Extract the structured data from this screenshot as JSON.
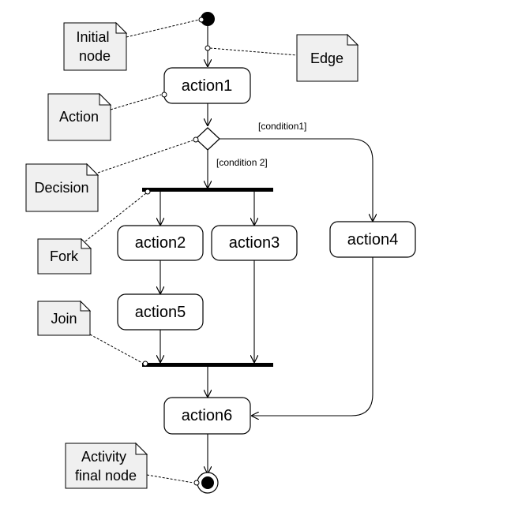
{
  "diagram": {
    "actions": {
      "action1": "action1",
      "action2": "action2",
      "action3": "action3",
      "action4": "action4",
      "action5": "action5",
      "action6": "action6"
    },
    "guards": {
      "condition1": "[condition1]",
      "condition2": "[condition 2]"
    },
    "notes": {
      "initial_node": [
        "Initial",
        "node"
      ],
      "edge": [
        "Edge"
      ],
      "action": [
        "Action"
      ],
      "decision": [
        "Decision"
      ],
      "fork": [
        "Fork"
      ],
      "join": [
        "Join"
      ],
      "activity_final_node": [
        "Activity",
        "final node"
      ]
    },
    "colors": {
      "line": "#000000",
      "note_fill": "#f0f0f0",
      "action_fill": "#ffffff"
    }
  }
}
